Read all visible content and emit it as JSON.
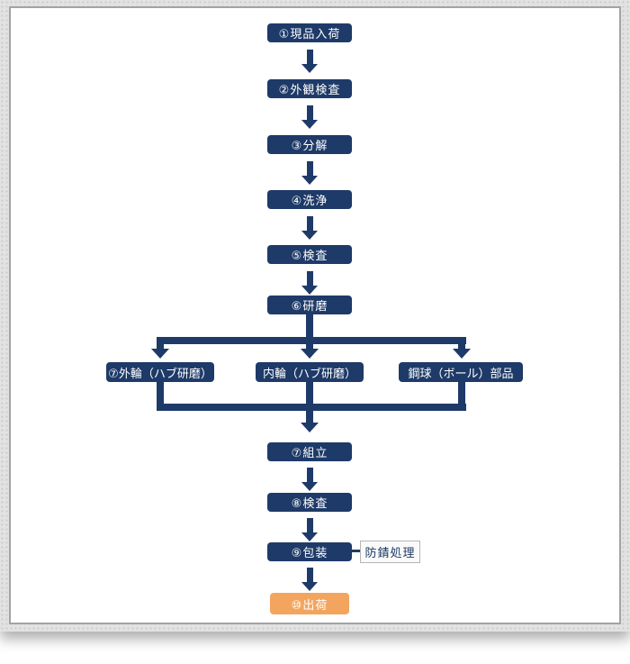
{
  "colors": {
    "node_navy": "#1e3a68",
    "node_orange": "#f3a55f",
    "side_box_bg": "#fafafa",
    "side_box_border": "#b5b5b5",
    "card_border": "#a3a3a3",
    "page_background": "#e2e2e2"
  },
  "flow": {
    "steps_top": [
      "①現品入荷",
      "②外観検査",
      "③分解",
      "④洗浄",
      "⑤検査",
      "⑥研磨"
    ],
    "branches": [
      "⑦外輪（ハブ研磨）",
      "内輪（ハブ研磨）",
      "鋼球（ボール）部品"
    ],
    "steps_bottom": [
      "⑦組立",
      "⑧検査",
      "⑨包装"
    ],
    "side_note": "防錆処理",
    "final_step": "⑩出荷"
  }
}
